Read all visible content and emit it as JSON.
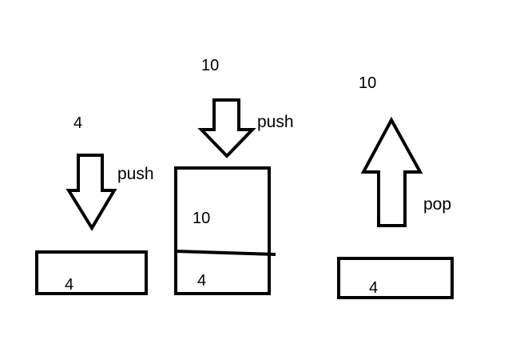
{
  "step1": {
    "incoming_value": "4",
    "operation": "push",
    "stack_items": [
      "4"
    ]
  },
  "step2": {
    "incoming_value": "10",
    "operation": "push",
    "stack_top": "10",
    "stack_bottom": "4"
  },
  "step3": {
    "outgoing_value": "10",
    "operation": "pop",
    "stack_items": [
      "4"
    ]
  },
  "colors": {
    "stroke": "#000000",
    "background": "#ffffff"
  }
}
